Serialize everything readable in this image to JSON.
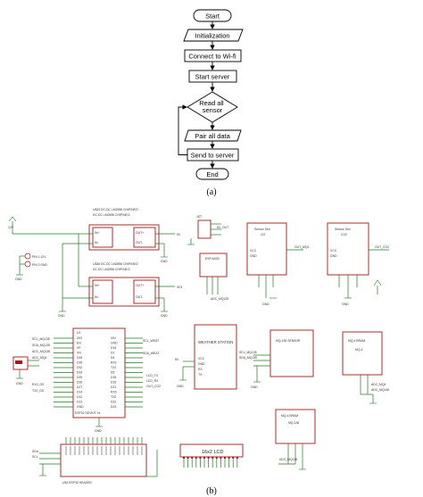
{
  "flowchart": {
    "steps": [
      "Start",
      "Initialization",
      "Connect to Wi-fi",
      "Start server",
      "Read all sensor",
      "Pair all data",
      "Send to server",
      "End"
    ],
    "caption": "(a)"
  },
  "schematic": {
    "caption": "(b)",
    "reg1_label": "U$33 DC-DC LM2596 CHIP/NEO",
    "reg2_label": "U$35 DC-DC LM2596 CHIP/NEO",
    "reg_pins": [
      "IN+",
      "IN-",
      "OUT+",
      "OUT-"
    ],
    "power": [
      "12V",
      "GND",
      "5V",
      "3V3"
    ],
    "sensor_pins": [
      "VCC",
      "GND",
      "SDA",
      "SCL",
      "OUT"
    ],
    "ws_title": "WEATHER STATION",
    "mq135_title": "MQ-135 SENSOR",
    "mq4_title": "MQ-4 BRAM",
    "mq4_sub": "MQ-4",
    "mq136_title": "MQ-4 BRAM",
    "mq136_sub": "MQ-136",
    "lcd_title": "16x2 LCD",
    "esp_label": "ESP32 DEVKIT V1",
    "header_label": "U$1 ESP32 HEADER",
    "sens1_title": "Sensor Sen",
    "sens1_sub": "CO",
    "sens2_title": "Sensor Sen",
    "sens2_sub": "CO2",
    "mod_label": "ESP-MOD",
    "conn_label": "JST",
    "esp_left": [
      "3V3",
      "EN",
      "VP",
      "VN",
      "D34",
      "D35",
      "D32",
      "D33",
      "D25",
      "D26",
      "D27",
      "D14",
      "D12",
      "D13",
      "GND"
    ],
    "esp_right": [
      "VIN",
      "GND",
      "D15",
      "D2",
      "D4",
      "RX2",
      "TX2",
      "D5",
      "D18",
      "D19",
      "D21",
      "RX0",
      "TX0",
      "D22",
      "D23"
    ],
    "net_labels": [
      "ADC_MQ4",
      "ADC_MQ136",
      "ADC_MQ135",
      "SDA",
      "SCL",
      "TX",
      "RX",
      "LCD_SDA",
      "LCD_SCL"
    ]
  }
}
